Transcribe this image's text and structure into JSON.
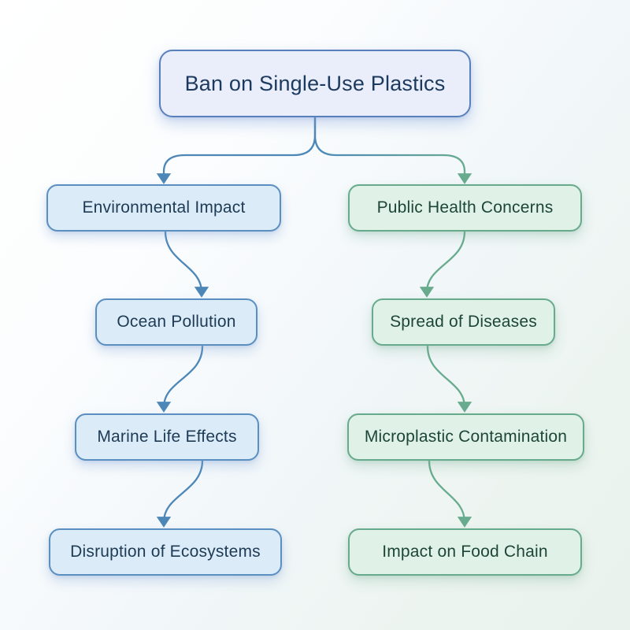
{
  "diagram": {
    "title": "Ban on Single-Use Plastics flowchart",
    "root": {
      "id": "root",
      "label": "Ban on Single-Use Plastics"
    },
    "branches": [
      {
        "name": "environmental-impact",
        "color_theme": "blue",
        "nodes": [
          "Environmental Impact",
          "Ocean Pollution",
          "Marine Life Effects",
          "Disruption of Ecosystems"
        ]
      },
      {
        "name": "public-health",
        "color_theme": "green",
        "nodes": [
          "Public Health Concerns",
          "Spread of Diseases",
          "Microplastic Contamination",
          "Impact on Food Chain"
        ]
      }
    ],
    "edges": [
      {
        "from": "Ban on Single-Use Plastics",
        "to": "Environmental Impact"
      },
      {
        "from": "Ban on Single-Use Plastics",
        "to": "Public Health Concerns"
      },
      {
        "from": "Environmental Impact",
        "to": "Ocean Pollution"
      },
      {
        "from": "Ocean Pollution",
        "to": "Marine Life Effects"
      },
      {
        "from": "Marine Life Effects",
        "to": "Disruption of Ecosystems"
      },
      {
        "from": "Public Health Concerns",
        "to": "Spread of Diseases"
      },
      {
        "from": "Spread of Diseases",
        "to": "Microplastic Contamination"
      },
      {
        "from": "Microplastic Contamination",
        "to": "Impact on Food Chain"
      }
    ]
  },
  "theme": {
    "blue_line": "#4d87b8",
    "green_line": "#68ab8e",
    "blue_fill": "#dcebf8",
    "green_fill": "#e0f1e7",
    "blue_border": "#5b8fc0",
    "green_border": "#67aa8c",
    "root_fill": "#e9eefa",
    "root_border": "#5a80bc",
    "root_text": "#1c3a5f",
    "blue_text": "#1d3b55",
    "green_text": "#1d4636"
  }
}
